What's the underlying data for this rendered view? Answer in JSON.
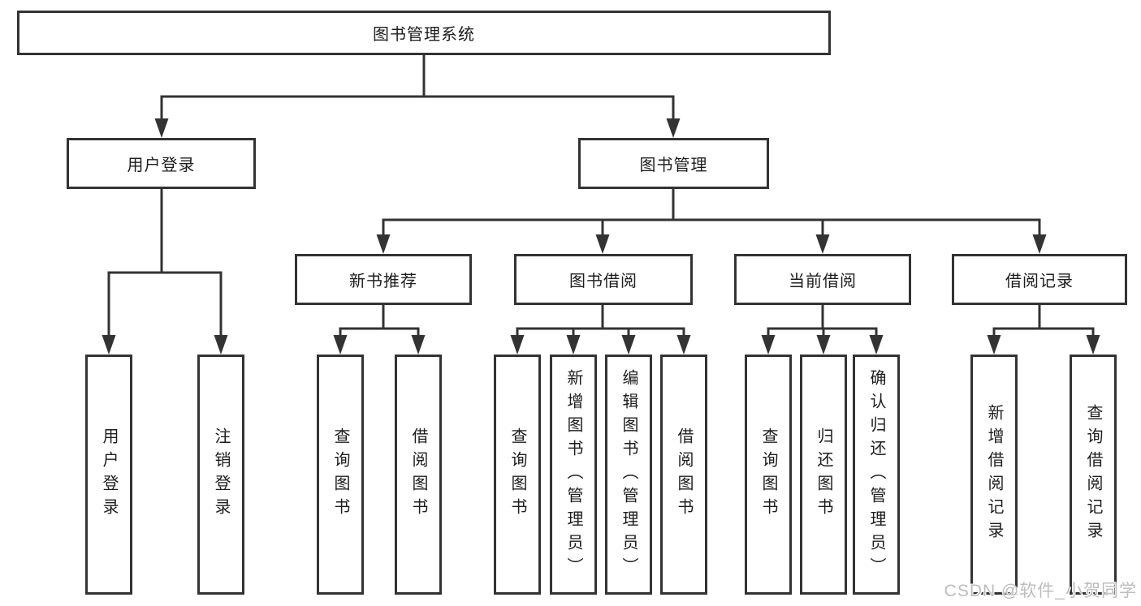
{
  "diagram": {
    "type": "hierarchy-tree",
    "tree": {
      "root": {
        "label": "图书管理系统",
        "children": [
          {
            "label": "用户登录",
            "children": [
              {
                "label": "用户登录"
              },
              {
                "label": "注销登录"
              }
            ]
          },
          {
            "label": "图书管理",
            "children": [
              {
                "label": "新书推荐",
                "children": [
                  {
                    "label": "查询图书"
                  },
                  {
                    "label": "借阅图书"
                  }
                ]
              },
              {
                "label": "图书借阅",
                "children": [
                  {
                    "label": "查询图书"
                  },
                  {
                    "label": "新增图书（管理员）"
                  },
                  {
                    "label": "编辑图书（管理员）"
                  },
                  {
                    "label": "借阅图书"
                  }
                ]
              },
              {
                "label": "当前借阅",
                "children": [
                  {
                    "label": "查询图书"
                  },
                  {
                    "label": "归还图书"
                  },
                  {
                    "label": "确认归还（管理员）"
                  }
                ]
              },
              {
                "label": "借阅记录",
                "children": [
                  {
                    "label": "新增借阅记录"
                  },
                  {
                    "label": "查询借阅记录"
                  }
                ]
              }
            ]
          }
        ]
      }
    },
    "colors": {
      "line": "#333333",
      "box_border": "#333333",
      "text": "#1d1d1f",
      "background": "#ffffff",
      "watermark": "#bdbdbd"
    }
  },
  "watermark": {
    "text": "CSDN @软件_小贺同学"
  }
}
